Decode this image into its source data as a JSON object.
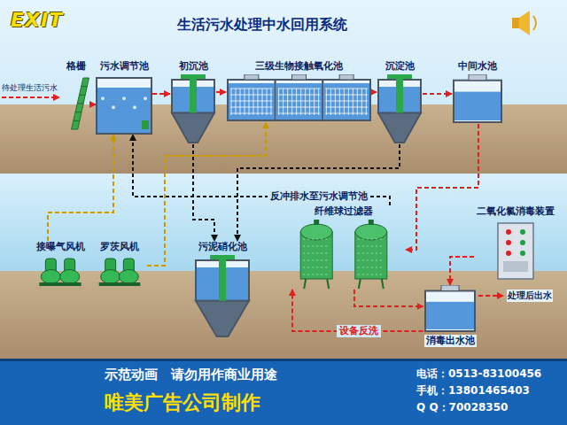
{
  "diagram": {
    "title": "生活污水处理中水回用系统",
    "nodes": [
      {
        "text": [
          "格栅"
        ]
      },
      {
        "text": [
          "污水调节池"
        ]
      },
      {
        "text": [
          "初沉池"
        ]
      },
      {
        "text": [
          "三级生物接触氧化池"
        ]
      },
      {
        "text": [
          "沉淀池"
        ]
      },
      {
        "text": [
          "中间水池"
        ]
      },
      {
        "text": [
          "接曝气风机"
        ]
      },
      {
        "text": [
          "罗茨风机"
        ]
      },
      {
        "text": [
          "污泥硝化池"
        ]
      },
      {
        "text": [
          "纤维球过滤器"
        ]
      },
      {
        "text": [
          "二氧化氯消毒装置"
        ]
      },
      {
        "text": [
          "消毒出水池"
        ]
      }
    ],
    "edges": [
      {
        "from": 0,
        "to": 1,
        "arrow": "to"
      },
      {
        "from": 1,
        "to": 2,
        "arrow": "to"
      },
      {
        "from": 2,
        "to": 3,
        "arrow": "to"
      },
      {
        "from": 3,
        "to": 4,
        "arrow": "to"
      },
      {
        "from": 4,
        "to": 5,
        "arrow": "to"
      },
      {
        "from": 5,
        "to": 9,
        "arrow": "to"
      },
      {
        "from": 9,
        "to": 11,
        "arrow": "to"
      },
      {
        "from": 11,
        "to": 9,
        "label": "设备反洗",
        "arrow": "to"
      },
      {
        "from": 10,
        "to": 11,
        "arrow": "to"
      },
      {
        "from": 9,
        "to": 1,
        "label": "反冲排水至污水调节池",
        "arrow": "to"
      },
      {
        "from": 2,
        "to": 8,
        "arrow": "to"
      },
      {
        "from": 4,
        "to": 8,
        "arrow": "to"
      },
      {
        "from": 7,
        "to": 3,
        "arrow": "to"
      },
      {
        "from": 6,
        "to": 1,
        "arrow": "to"
      }
    ],
    "labels": [
      "EXIT",
      "待处理生活污水",
      "处理后出水",
      "示范动画　请勿用作商业用途",
      "唯美广告公司制作",
      "电话：0513-83100456",
      "手机：13801465403",
      "Q Q：70028350"
    ]
  }
}
